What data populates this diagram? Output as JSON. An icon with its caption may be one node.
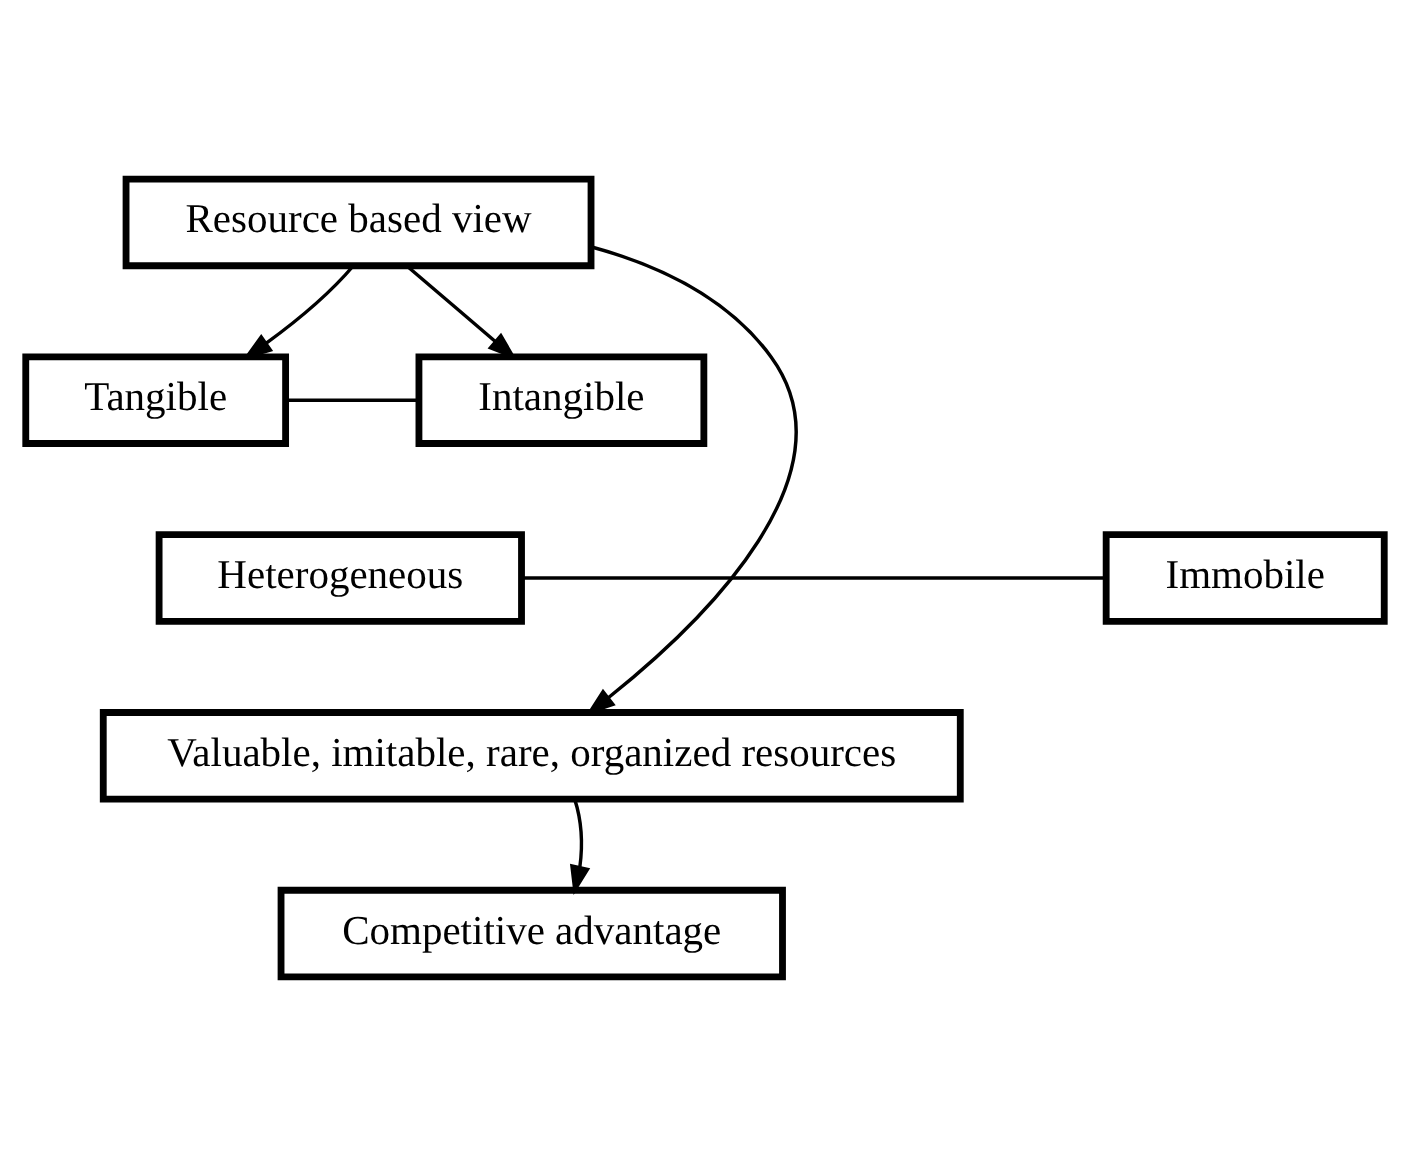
{
  "diagram": {
    "nodes": [
      {
        "text": [
          "Resource based view"
        ]
      },
      {
        "text": [
          "Tangible"
        ]
      },
      {
        "text": [
          "Intangible"
        ]
      },
      {
        "text": [
          "Heterogeneous"
        ]
      },
      {
        "text": [
          "Immobile"
        ]
      },
      {
        "text": [
          "Valuable, imitable, rare, organized resources"
        ]
      },
      {
        "text": [
          "Competitive advantage"
        ]
      }
    ],
    "edges": [
      {
        "from": 0,
        "to": 1,
        "arrow": "to"
      },
      {
        "from": 0,
        "to": 2,
        "arrow": "to"
      },
      {
        "from": 1,
        "to": 2,
        "arrow": "none"
      },
      {
        "from": 3,
        "to": 4,
        "arrow": "none"
      },
      {
        "from": 0,
        "to": 5,
        "arrow": "to"
      },
      {
        "from": 5,
        "to": 6,
        "arrow": "to"
      }
    ]
  }
}
